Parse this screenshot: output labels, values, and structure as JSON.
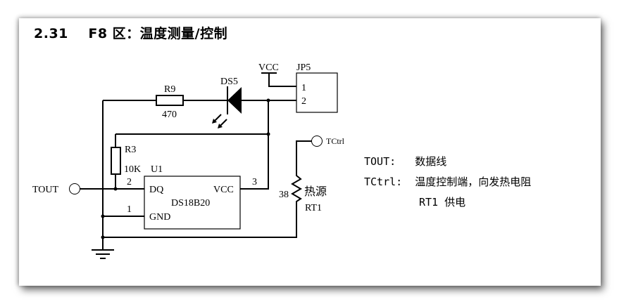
{
  "title": {
    "number": "2.31",
    "text": "F8 区：温度测量/控制"
  },
  "schematic": {
    "components": {
      "r9": {
        "ref": "R9",
        "value": "470"
      },
      "ds5": {
        "ref": "DS5"
      },
      "vcc_top": {
        "label": "VCC"
      },
      "jp5": {
        "ref": "JP5",
        "pin1": "1",
        "pin2": "2"
      },
      "r3": {
        "ref": "R3",
        "value": "10K"
      },
      "u1": {
        "ref": "U1",
        "part": "DS18B20",
        "pin_dq": "DQ",
        "pin_vcc": "VCC",
        "pin_gnd": "GND",
        "pin_num_dq": "2",
        "pin_num_vcc": "3",
        "pin_num_gnd": "1"
      },
      "rt1": {
        "ref": "RT1",
        "value": "38",
        "name": "热源"
      },
      "tout": {
        "label": "TOUT"
      },
      "tctrl": {
        "label": "TCtrl"
      }
    }
  },
  "description": [
    {
      "key": "TOUT:",
      "text": "数据线"
    },
    {
      "key": "TCtrl:",
      "text": "温度控制端，向发热电阻"
    },
    {
      "key": "",
      "text": "RT1 供电"
    }
  ]
}
